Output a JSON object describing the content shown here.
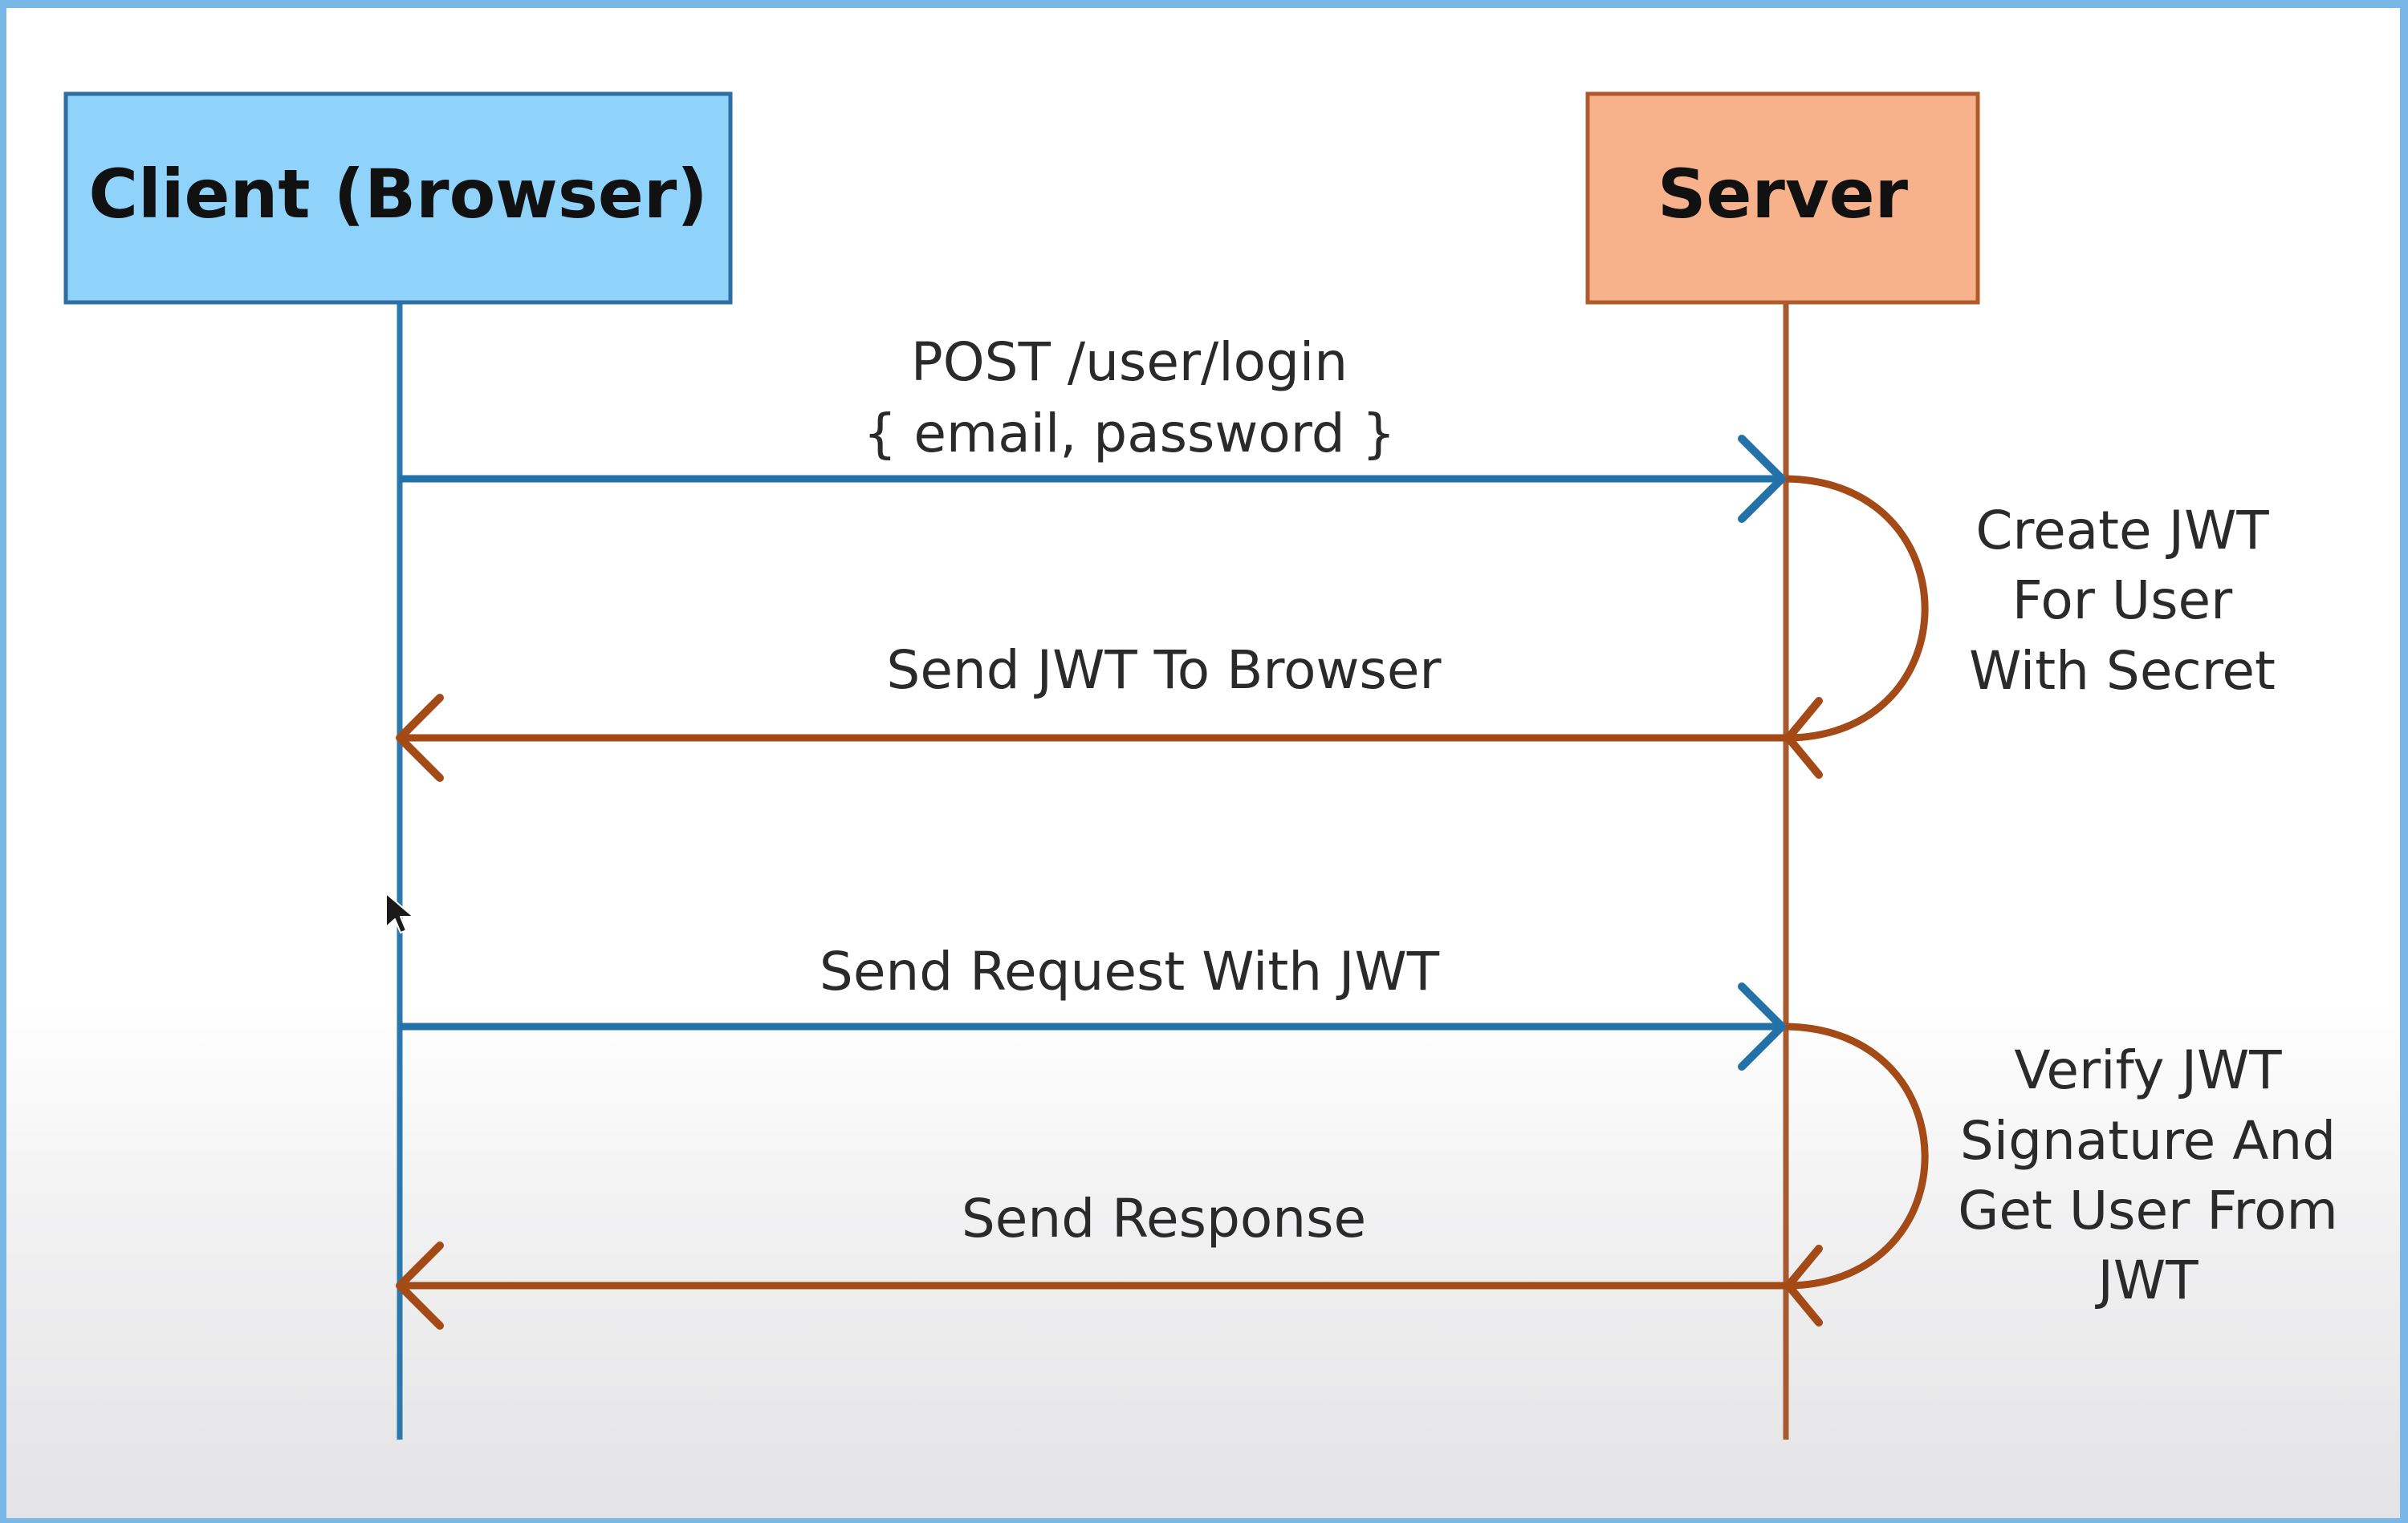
{
  "participants": {
    "client": {
      "label": "Client (Browser)",
      "fill": "#8fd3fb",
      "stroke": "#2f6ea3"
    },
    "server": {
      "label": "Server",
      "fill": "#f7b18b",
      "stroke": "#b05a2c"
    }
  },
  "colors": {
    "request_arrow": "#2271a8",
    "response_arrow": "#a34a17",
    "client_lifeline": "#2a78ad",
    "server_lifeline": "#a65a2e"
  },
  "messages": [
    {
      "id": "login",
      "lines": [
        "POST  /user/login",
        "{ email, password }"
      ],
      "direction": "client-to-server"
    },
    {
      "id": "send-jwt",
      "lines": [
        "Send JWT To Browser"
      ],
      "direction": "server-to-client"
    },
    {
      "id": "request",
      "lines": [
        "Send Request With JWT"
      ],
      "direction": "client-to-server"
    },
    {
      "id": "response",
      "lines": [
        "Send Response"
      ],
      "direction": "server-to-client"
    }
  ],
  "self_notes": [
    {
      "id": "create-jwt",
      "lines": [
        "Create JWT",
        "For User",
        "With Secret"
      ]
    },
    {
      "id": "verify-jwt",
      "lines": [
        "Verify JWT",
        "Signature And",
        "Get User From",
        "JWT"
      ]
    }
  ],
  "icons": {
    "cursor": "mouse-pointer-icon"
  }
}
